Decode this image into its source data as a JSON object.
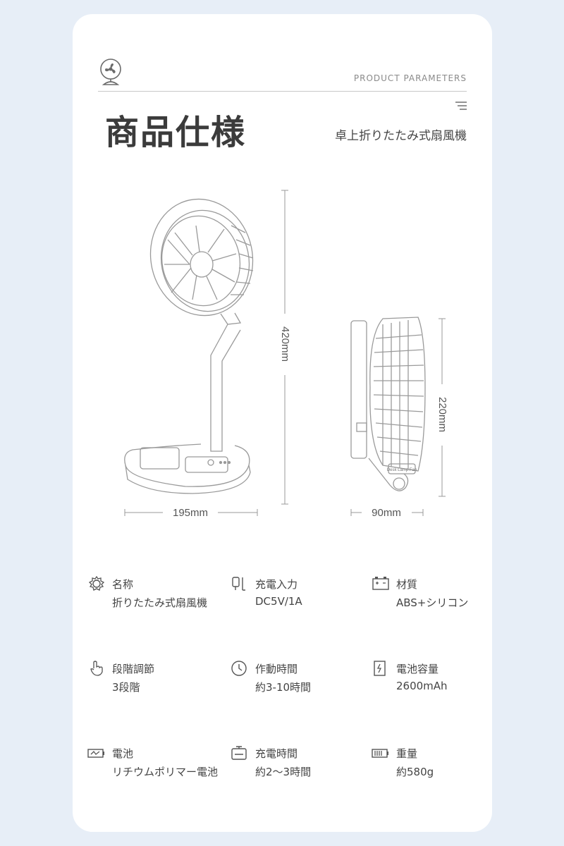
{
  "header": {
    "kicker": "PRODUCT PARAMETERS",
    "title": "商品仕様",
    "subtitle": "卓上折りたたみ式扇風機"
  },
  "dimensions": {
    "height_front": "420mm",
    "width_front": "195mm",
    "height_side": "220mm",
    "depth_side": "90mm",
    "side_label": "Desk Lamp Fan"
  },
  "specs": [
    {
      "icon": "gear-icon",
      "name": "名称",
      "value": "折りたたみ式扇風機"
    },
    {
      "icon": "plug-icon",
      "name": "充電入力",
      "value": "DC5V/1A"
    },
    {
      "icon": "battery-box-icon",
      "name": "材質",
      "value": "ABS+シリコン"
    },
    {
      "icon": "hand-pointer-icon",
      "name": "段階調節",
      "value": "3段階"
    },
    {
      "icon": "clock-icon",
      "name": "作動時間",
      "value": "約3-10時間"
    },
    {
      "icon": "power-bank-icon",
      "name": "電池容量",
      "value": "2600mAh"
    },
    {
      "icon": "battery-charging-icon",
      "name": "電池",
      "value": "リチウムポリマー電池"
    },
    {
      "icon": "timer-icon",
      "name": "充電時間",
      "value": "約2〜3時間"
    },
    {
      "icon": "weight-battery-icon",
      "name": "重量",
      "value": "約580g"
    }
  ]
}
